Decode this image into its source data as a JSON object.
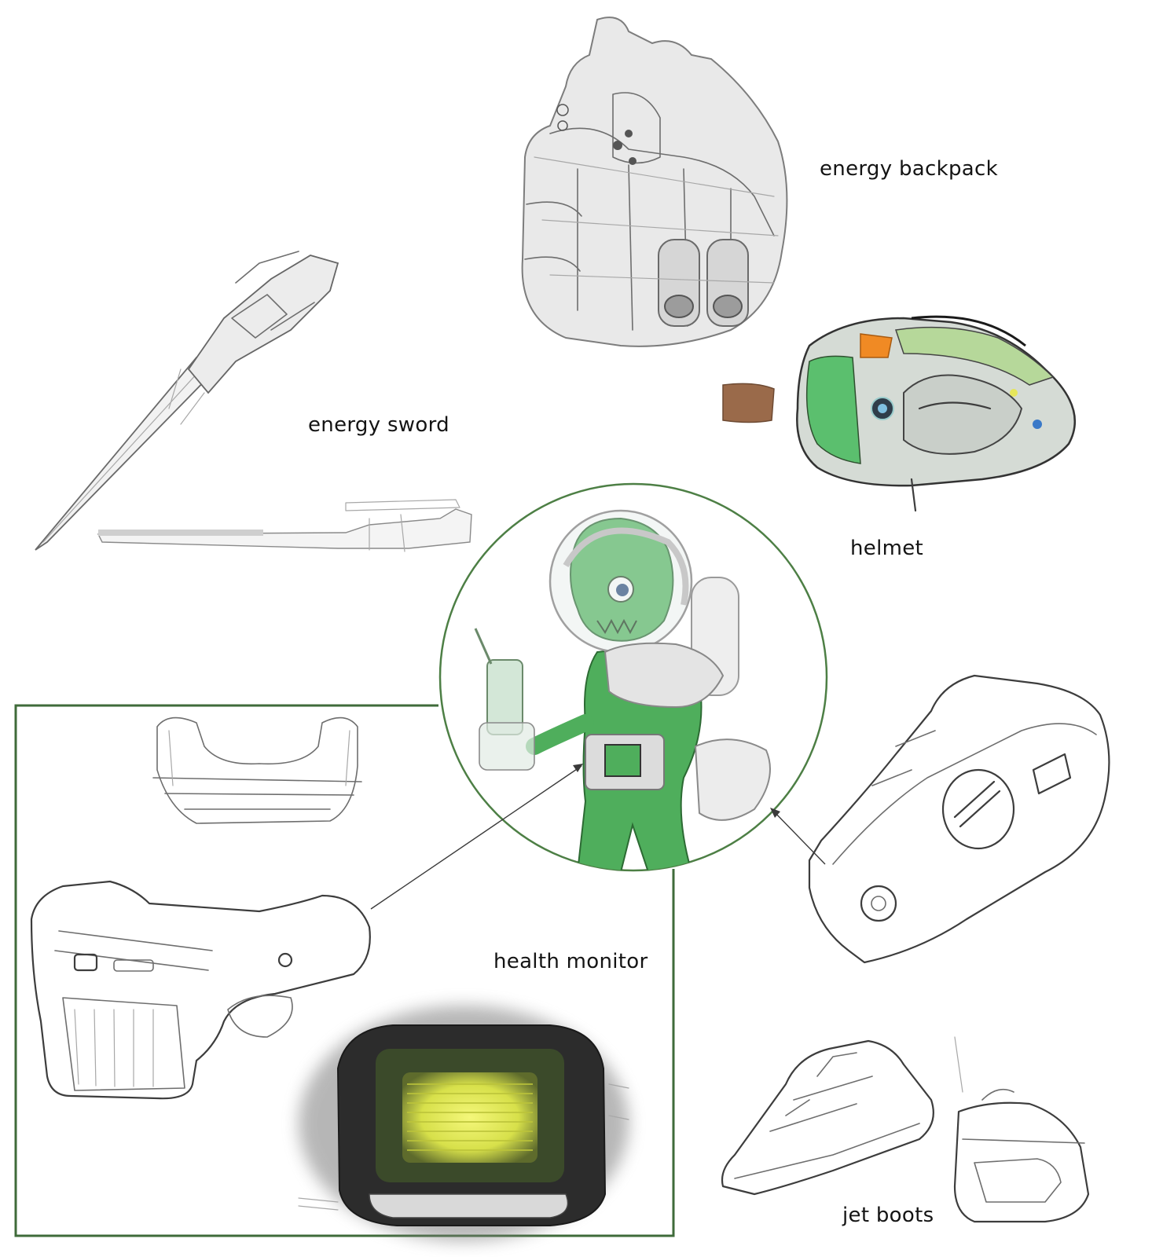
{
  "labels": {
    "energy_backpack": "energy backpack",
    "energy_sword": "energy sword",
    "helmet": "helmet",
    "health_monitor": "health monitor",
    "jet_boots": "jet boots"
  },
  "colors": {
    "frame": "#3f6b3a",
    "circle": "#4d7f45",
    "alien_green": "#4fae5c",
    "monitor_glow": "#e6ef5a",
    "helmet_orange": "#f08a24"
  }
}
